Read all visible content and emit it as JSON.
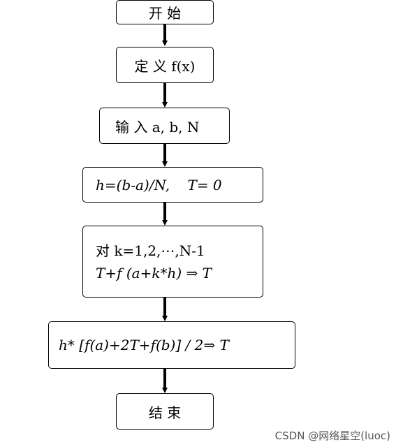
{
  "nodes": {
    "start": "开 始",
    "define": "定 义 f(x)",
    "input": "输 入 a, b, N",
    "init": "h=(b-a)/N,    T= 0",
    "loop_line1": "对 k=1,2,⋯,N-1",
    "loop_line2": "T+f (a+k*h) ⇒ T",
    "result": "h* [f(a)+2T+f(b)] / 2⇒ T",
    "end": "结 束"
  },
  "watermark": "CSDN @网络星空(luoc)"
}
